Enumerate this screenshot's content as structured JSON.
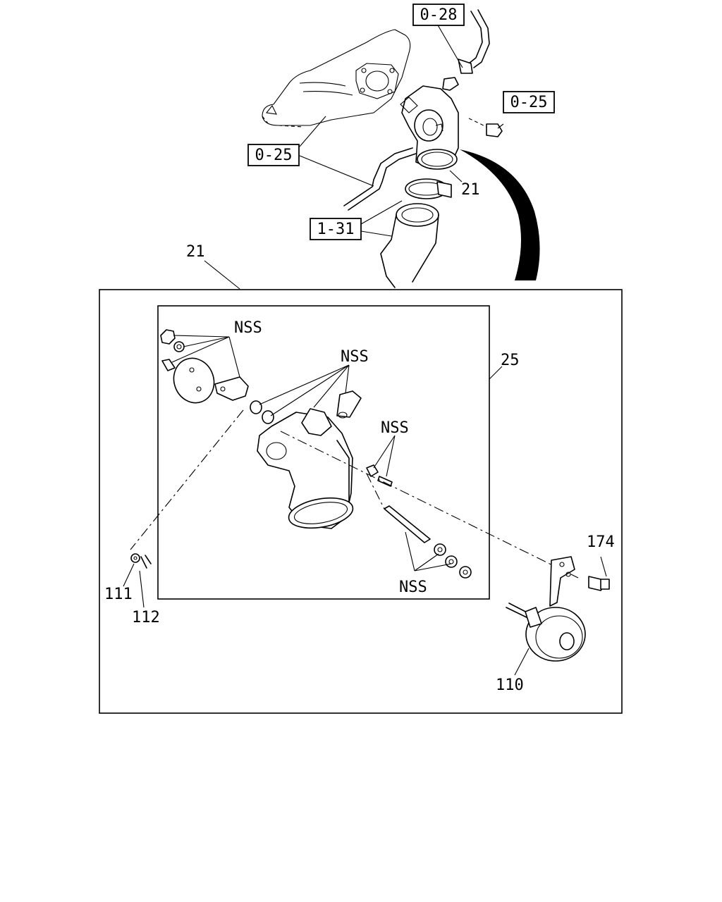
{
  "callouts": {
    "ref_0_28": "0-28",
    "ref_0_25_right": "0-25",
    "ref_0_25_left": "0-25",
    "ref_1_31": "1-31",
    "part_21_top": "21",
    "part_21_assembly": "21",
    "part_25": "25",
    "nss_1": "NSS",
    "nss_2": "NSS",
    "nss_3": "NSS",
    "nss_4": "NSS",
    "part_174": "174",
    "part_111": "111",
    "part_112": "112",
    "part_110": "110"
  }
}
